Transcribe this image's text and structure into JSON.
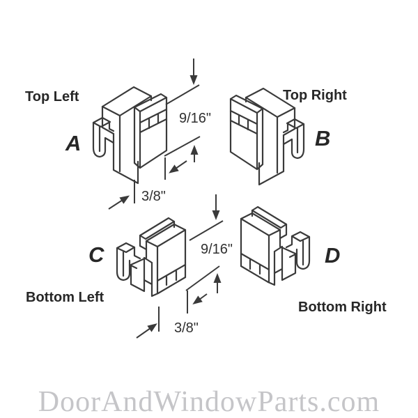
{
  "canvas": {
    "background": "#ffffff",
    "line_color": "#3a3a3a"
  },
  "parts": [
    {
      "letter": "A",
      "position_label": "Top Left"
    },
    {
      "letter": "B",
      "position_label": "Top Right"
    },
    {
      "letter": "C",
      "position_label": "Bottom Left"
    },
    {
      "letter": "D",
      "position_label": "Bottom Right"
    }
  ],
  "dimensions": {
    "top_group": {
      "height": "9/16\"",
      "width": "3/8\""
    },
    "bottom_group": {
      "height": "9/16\"",
      "width": "3/8\""
    }
  },
  "watermark": {
    "text": "DoorAndWindowParts.com",
    "color": "#c5c5c8"
  }
}
